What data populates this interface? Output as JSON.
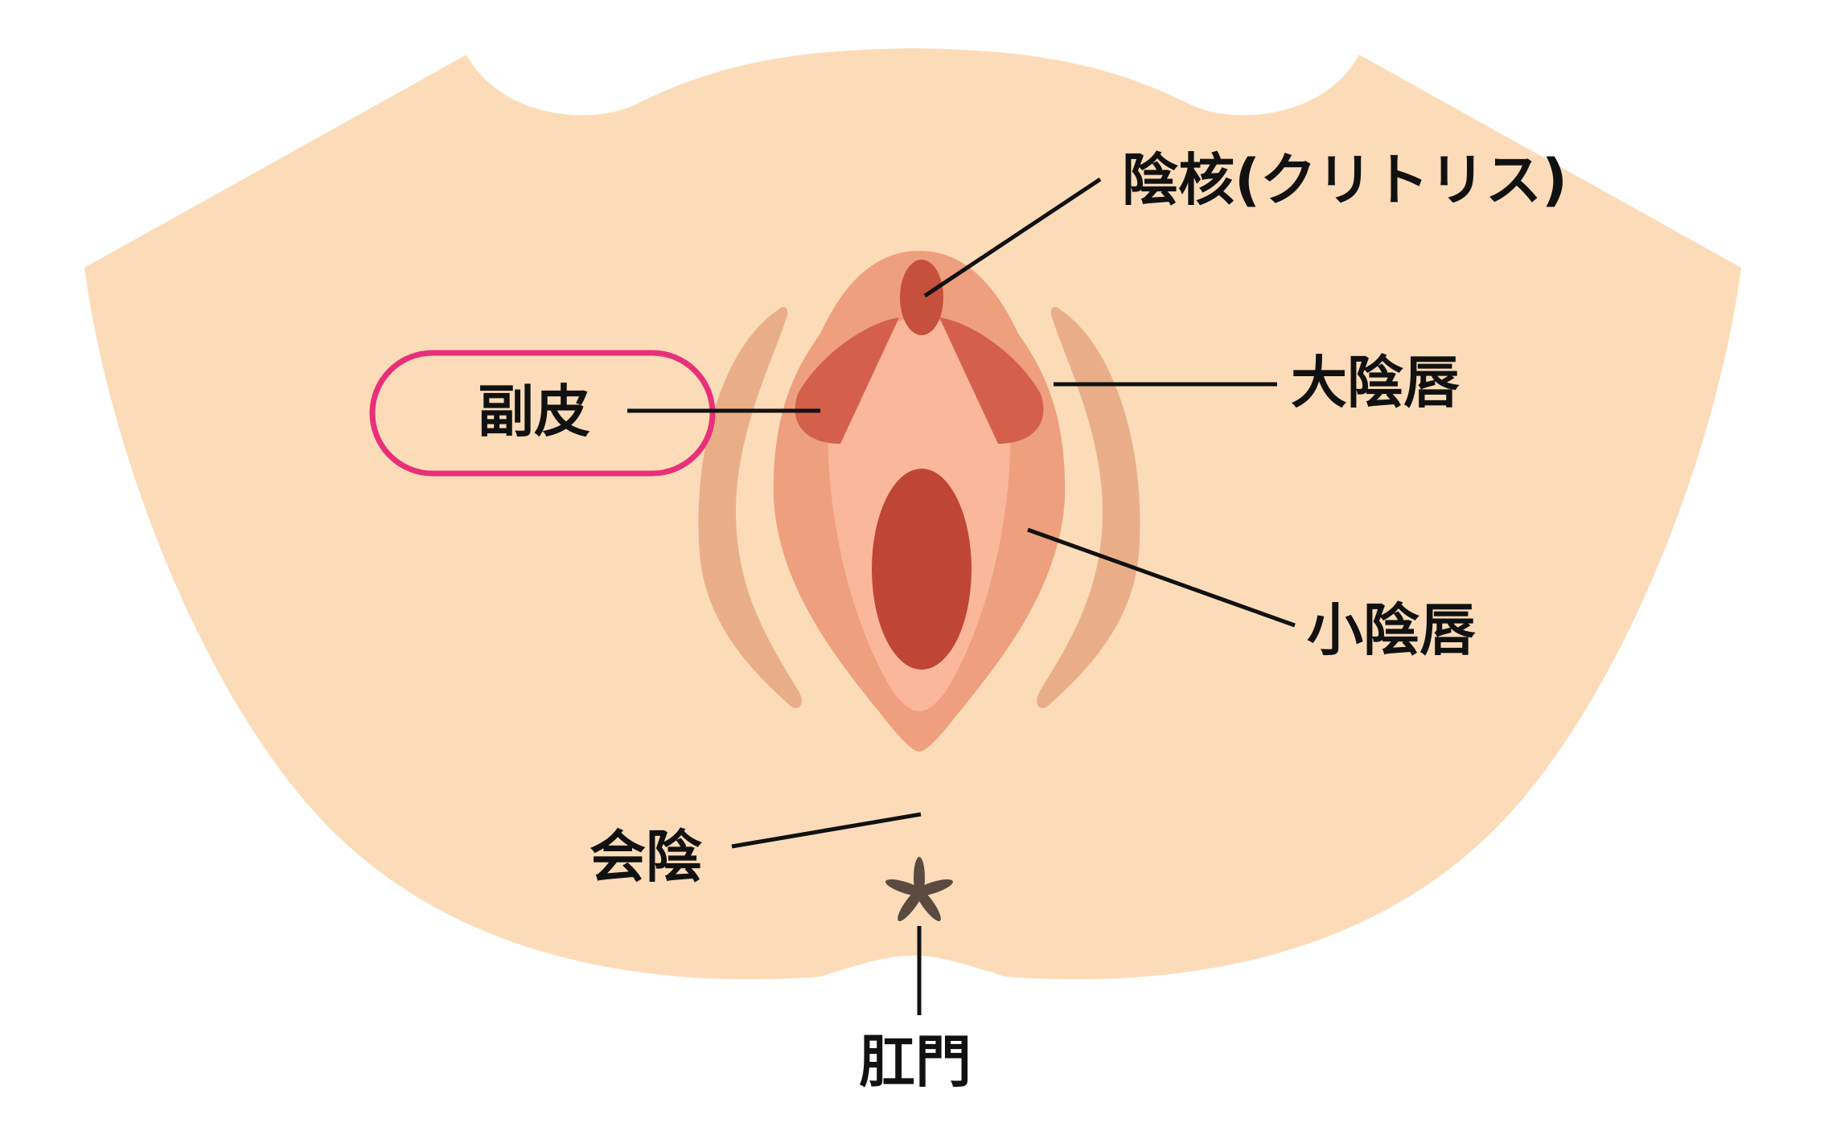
{
  "labels": {
    "clitoris": "陰核(クリトリス)",
    "labia_majora": "大陰唇",
    "clitoral_hood": "副皮",
    "labia_minora": "小陰唇",
    "perineum": "会陰",
    "anus": "肛門"
  },
  "colors": {
    "background": "#ffffff",
    "skin": "#fcdcb8",
    "outer_fold": "#e9ae88",
    "labia_outer": "#ee9f7e",
    "labia_inner": "#fbb79c",
    "hood": "#d4604c",
    "clitoris": "#c5503c",
    "opening": "#bf4634",
    "anus": "#5a4a40",
    "highlight": "#e8307a",
    "line": "#111111"
  },
  "highlighted_label": "clitoral_hood"
}
